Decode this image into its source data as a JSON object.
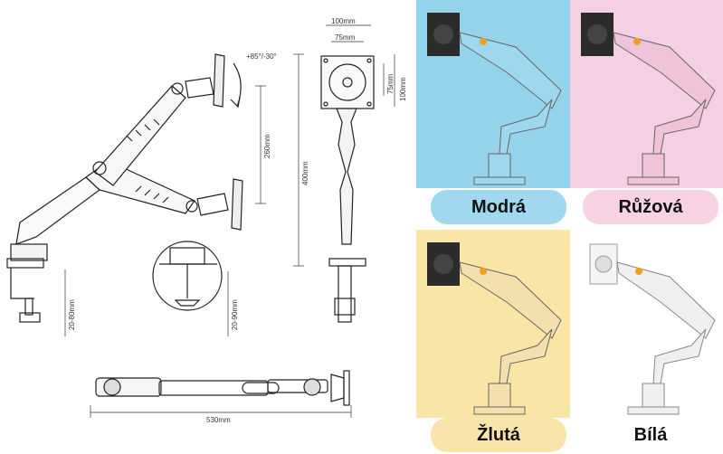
{
  "dimensions": {
    "tilt": "+85°/-30°",
    "plate_width": "100mm",
    "hole_spacing": "75mm",
    "plate_height": "100mm",
    "hole_spacing_vertical": "75mm",
    "arm_reach_vertical": "260mm",
    "total_height": "400mm",
    "clamp_range_left": "20-80mm",
    "clamp_range_right": "20-90mm",
    "total_length": "530mm"
  },
  "variants": [
    {
      "name": "Modrá",
      "bg": "#95d3ed",
      "arm": "#9fd8ee",
      "label_bg": "#9fd8ef"
    },
    {
      "name": "Růžová",
      "bg": "#f5cfe3",
      "arm": "#f1c3d8",
      "label_bg": "#f6d2e3"
    },
    {
      "name": "Žlutá",
      "bg": "#f9e5a6",
      "arm": "#f3e0ae",
      "label_bg": "#f9e5ab"
    },
    {
      "name": "Bílá",
      "bg": "#ffffff",
      "arm": "#efefef",
      "label_bg": "#ffffff"
    }
  ]
}
